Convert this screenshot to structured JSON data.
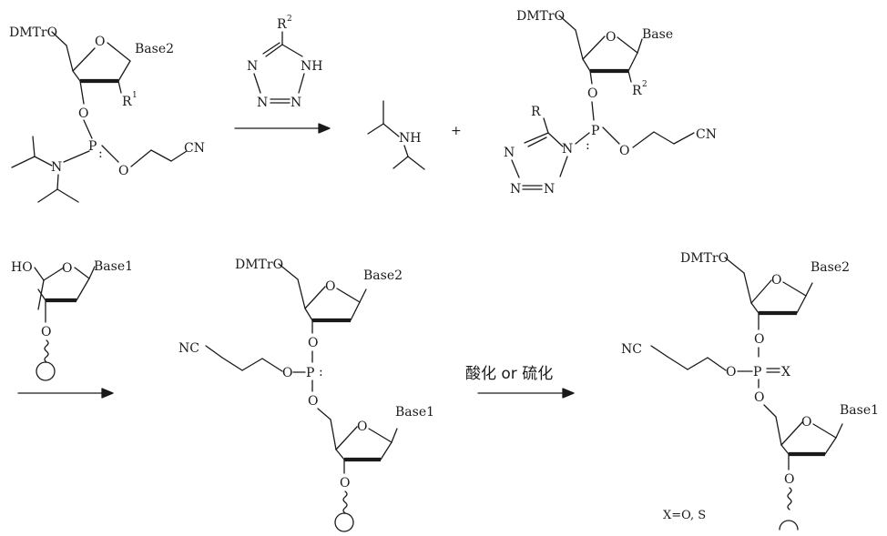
{
  "labels": {
    "dmtro": "DMTrO",
    "base": "Base",
    "base1": "Base1",
    "base2": "Base2",
    "o": "O",
    "p": "P",
    "n": "N",
    "nh": "NH",
    "h": "H",
    "cn": "CN",
    "nc": "NC",
    "r": "R",
    "r1": "1",
    "r2": "2",
    "ho": "HO",
    "x": "X",
    "plus": "+",
    "lone_pair": ":"
  },
  "reaction": {
    "oxidation_label": "酸化 or 硫化",
    "x_definition": "X=O, S"
  }
}
